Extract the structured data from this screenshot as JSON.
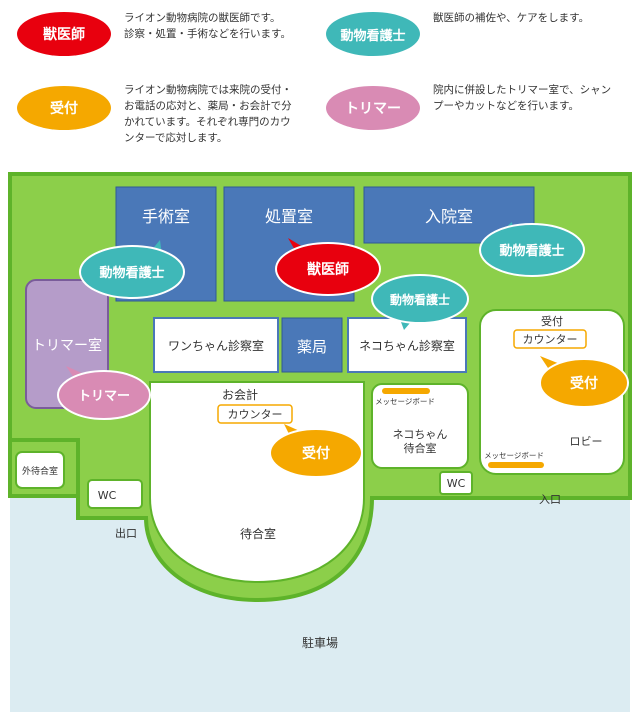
{
  "legend": [
    {
      "role": "獣医師",
      "desc_lines": [
        "ライオン動物病院の獣医師です。",
        "診察・処置・手術などを行います。"
      ],
      "color": "#e8000e"
    },
    {
      "role": "動物看護士",
      "desc_lines": [
        "獣医師の補佐や、ケアをします。"
      ],
      "color": "#3fb8b8"
    },
    {
      "role": "受付",
      "desc_lines": [
        "ライオン動物病院では来院の受付・",
        "お電話の応対と、薬局・お会計で分",
        "かれています。それぞれ専門のカウ",
        "ンターで応対します。"
      ],
      "color": "#f5a800"
    },
    {
      "role": "トリマー",
      "desc_lines": [
        "院内に併設したトリマー室で、シャン",
        "プーやカットなどを行います。"
      ],
      "color": "#d98bb4"
    }
  ],
  "rooms": {
    "surgery": "手術室",
    "treatment": "処置室",
    "ward": "入院室",
    "trimmer_room": "トリマー室",
    "dog_exam": "ワンちゃん診察室",
    "pharmacy": "薬局",
    "cat_exam": "ネコちゃん診察室",
    "outdoor_wait": "外待合室",
    "wc": "WC",
    "exit": "出口",
    "waiting_room": "待合室",
    "accounting": "お会計",
    "counter": "カウンター",
    "reception": "受付",
    "message_board": "メッセージボード",
    "cat_waiting": [
      "ネコちゃん",
      "待合室"
    ],
    "lobby": "ロビー",
    "entrance": "入口",
    "parking": "駐車場"
  },
  "staff": {
    "vet": "獣医師",
    "nurse": "動物看護士",
    "reception": "受付",
    "trimmer": "トリマー"
  },
  "colors": {
    "vet": "#e8000e",
    "nurse": "#3fb8b8",
    "reception": "#f5a800",
    "trimmer": "#d98bb4",
    "grass": "#8ccf4a",
    "grass_edge": "#5eb32a",
    "room_blue": "#4a78b8",
    "parking": "#dcecf2",
    "trimmer_room": "#b59cc9"
  }
}
